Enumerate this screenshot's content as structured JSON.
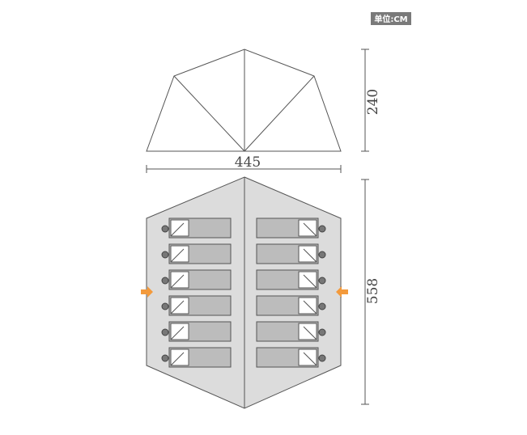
{
  "unit_label": "单位:CM",
  "dimensions": {
    "width": "445",
    "height": "240",
    "length": "558"
  },
  "sleeping_capacity": 12,
  "colors": {
    "line": "#555555",
    "floor": "#dcdcdc",
    "sleeping_bag": "#bcbcbc",
    "entrance_arrow": "#f39a3c",
    "badge_bg": "#7a7a7a"
  },
  "icons": {
    "entrance": "orange-arrow-icon",
    "sleeper": "person-head-icon"
  }
}
